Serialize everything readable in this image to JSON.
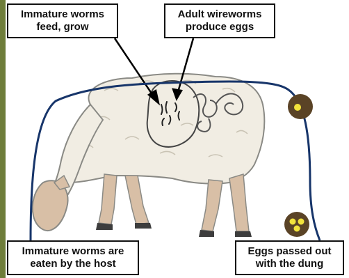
{
  "labels": {
    "feed_grow": {
      "line1": "Immature worms",
      "line2": "feed, grow"
    },
    "adult": {
      "line1": "Adult wireworms",
      "line2": "produce eggs"
    },
    "eaten": {
      "line1": "Immature worms are",
      "line2": "eaten by the host"
    },
    "passed": {
      "line1": "Eggs passed out",
      "line2": "with the dung"
    }
  },
  "colors": {
    "side_bar": "#6e7d3a",
    "cycle_line": "#17356a",
    "pointer_arrows": "#000000",
    "sheep_wool": "#f1ede3",
    "sheep_outline": "#8a8a85",
    "sheep_skin": "#d8bfa6",
    "hooves": "#3d3d3d",
    "egg_shell": "#5a4326",
    "egg_yolk": "#f2e33c"
  },
  "icons": [
    "sheep-illustration",
    "egg-single-icon",
    "egg-cluster-icon",
    "stomach-outline",
    "intestine-coil"
  ]
}
